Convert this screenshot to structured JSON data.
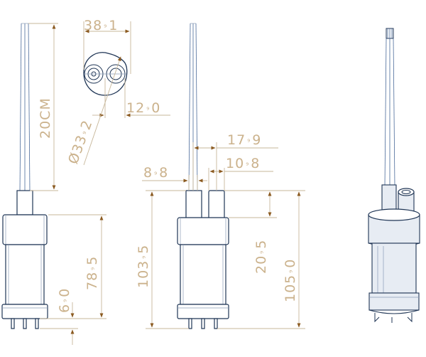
{
  "dimensions": {
    "cable_length": "20CM",
    "head_width": "38",
    "head_width_decimal": "1",
    "head_diameter": "Ø33",
    "head_diameter_decimal": "2",
    "outlet_offset": "12",
    "outlet_offset_decimal": "0",
    "outlet_spacing": "17",
    "outlet_spacing_decimal": "9",
    "outlet_diameter": "10",
    "outlet_diameter_decimal": "8",
    "cable_diameter": "8",
    "cable_diameter_decimal": "8",
    "body_length_left": "78",
    "body_length_left_decimal": "5",
    "pin_length": "6",
    "pin_length_decimal": "0",
    "body_length_mid": "103",
    "body_length_mid_decimal": "5",
    "outlet_height": "20",
    "outlet_height_decimal": "5",
    "total_length": "105",
    "total_length_decimal": "0"
  },
  "decimal_separator": "⁹"
}
